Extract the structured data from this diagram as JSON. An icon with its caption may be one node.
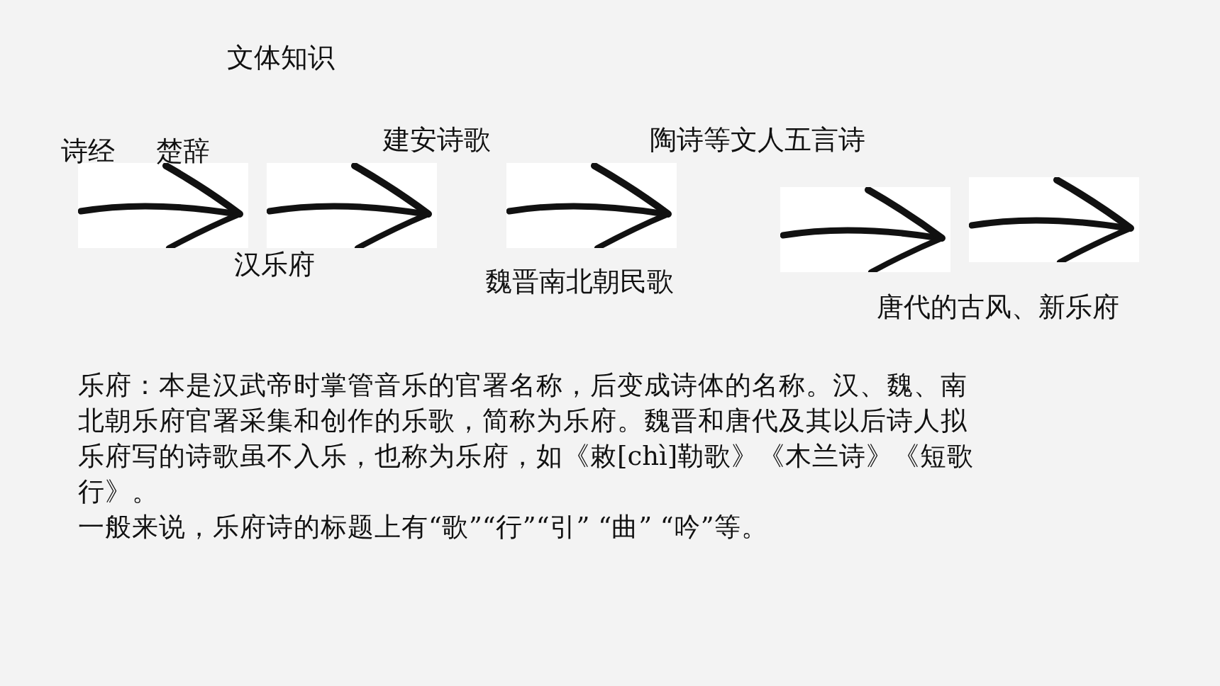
{
  "diagram": {
    "title": "文体知识",
    "labels": [
      "诗经",
      "楚辞",
      "建安诗歌",
      "陶诗等文人五言诗",
      "汉乐府",
      "魏晋南北朝民歌",
      "唐代的古风、新乐府",
      "乐府：本是汉武帝时掌管音乐的官署名称，后变成诗体的名称。汉、魏、南北朝乐府官署采集和创作的乐歌，简称为乐府。魏晋和唐代及其以后诗人拟乐府写的诗歌虽不入乐，也称为乐府，如《敕[chì]勒歌》《木兰诗》《短歌行》。",
      "一般来说，乐府诗的标题上有“歌”“行”“引” “曲” “吟”等。"
    ]
  }
}
